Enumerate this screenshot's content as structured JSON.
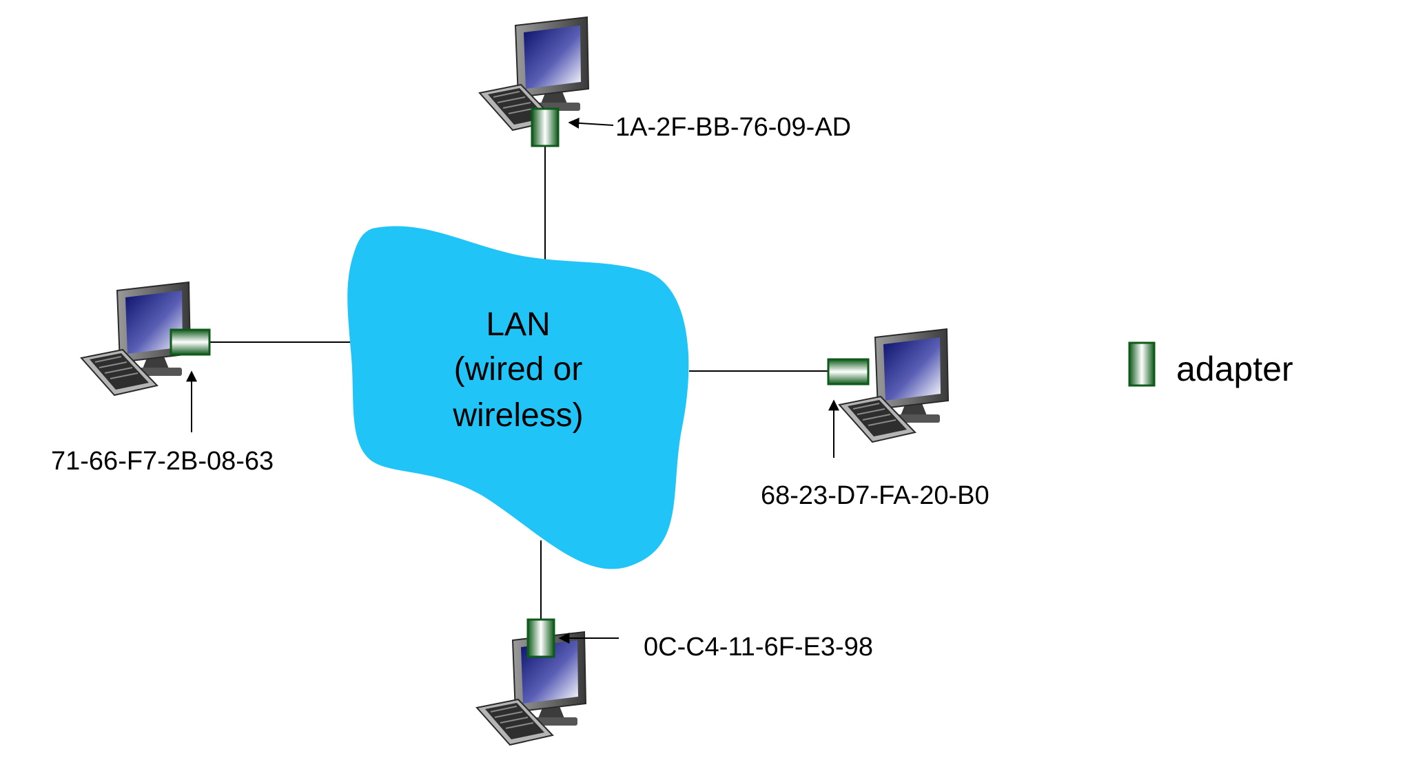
{
  "lan": {
    "lines": [
      "LAN",
      "(wired or",
      "wireless)"
    ],
    "color": "#21C4F6"
  },
  "hosts": [
    {
      "id": "top",
      "mac": "1A-2F-BB-76-09-AD"
    },
    {
      "id": "left",
      "mac": "71-66-F7-2B-08-63"
    },
    {
      "id": "right",
      "mac": "68-23-D7-FA-20-B0"
    },
    {
      "id": "bottom",
      "mac": "0C-C4-11-6F-E3-98"
    }
  ],
  "legend": {
    "label": "adapter",
    "icon": "adapter-icon"
  },
  "colors": {
    "adapter_dark": "#0E5A1A",
    "adapter_light": "#FFFFFF",
    "monitor_frame": "#4A4A4A",
    "screen_dark": "#0A0F6A",
    "screen_light": "#FFFFFF"
  }
}
